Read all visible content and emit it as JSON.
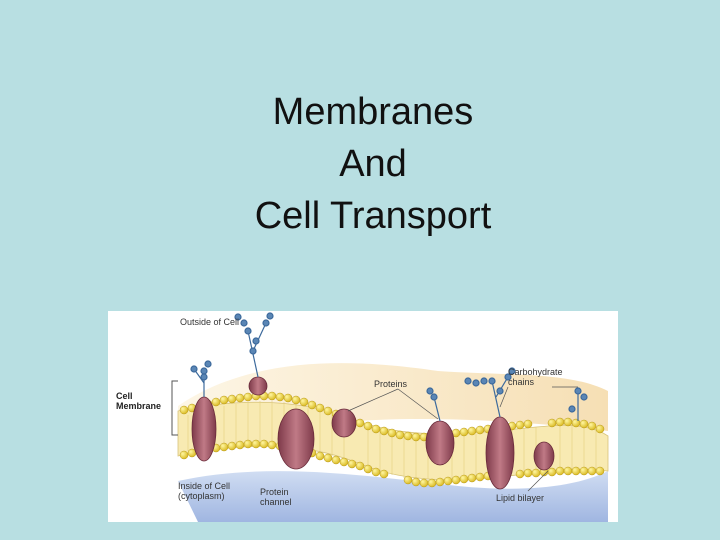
{
  "slide": {
    "title_lines": [
      "Membranes",
      "And",
      "Cell Transport"
    ]
  },
  "figure": {
    "labels": {
      "outside_cell": "Outside of Cell",
      "cell_membrane": "Cell Membrane",
      "proteins": "Proteins",
      "carbohydrate_chains": "Carbohydrate chains",
      "inside_cell": "Inside of Cell (cytoplasm)",
      "protein_channel": "Protein channel",
      "lipid_bilayer": "Lipid bilayer"
    },
    "colors": {
      "background": "#b8dfe2",
      "lipid_head": "#f2df3a",
      "lipid_tail": "#f7e9a8",
      "protein": "#a85a6a",
      "carbohydrate": "#5a86b5",
      "cytoplasm": "#a7bfe6"
    }
  }
}
